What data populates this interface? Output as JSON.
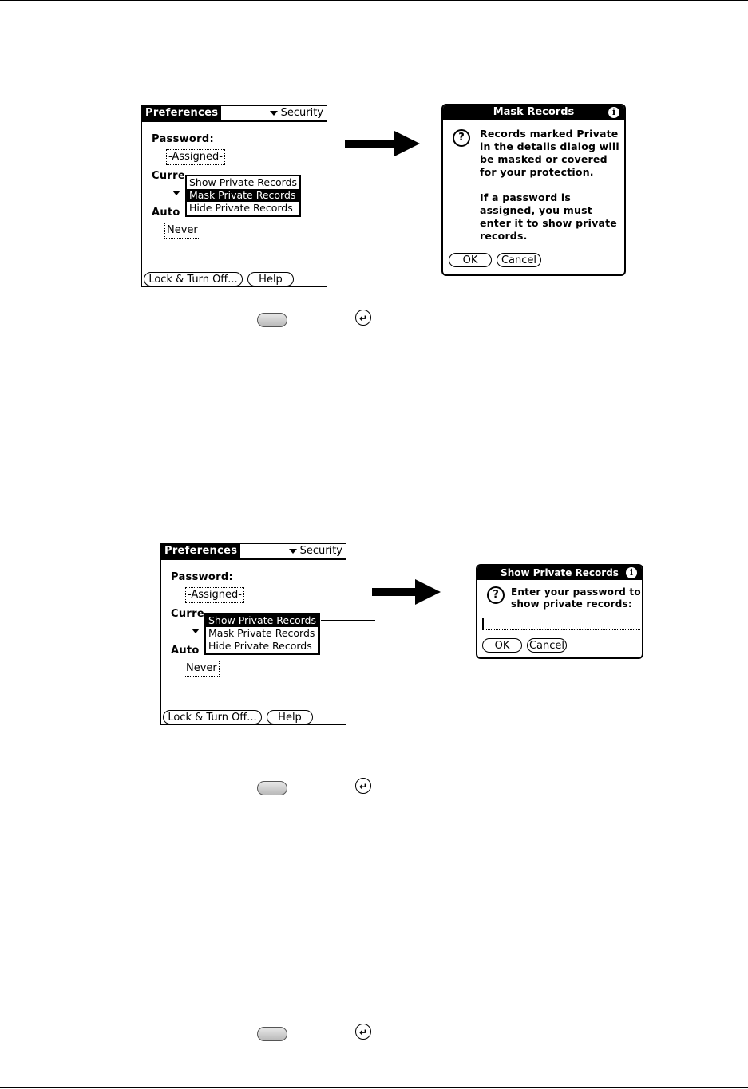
{
  "screen1": {
    "title": "Preferences",
    "panel": "Security",
    "password_label": "Password:",
    "password_value": "-Assigned-",
    "current_label_partial": "Curre",
    "auto_label_partial": "Auto",
    "auto_value": "Never",
    "menu": [
      "Show Private Records",
      "Mask Private Records",
      "Hide Private Records"
    ],
    "selected_index": 1,
    "buttons": [
      "Lock & Turn Off...",
      "Help"
    ]
  },
  "dialog1": {
    "title": "Mask Records",
    "lines": [
      "Records marked Private",
      "in the details dialog will",
      "be masked or covered",
      "for your protection.",
      "",
      "If a password is",
      "assigned, you must",
      "enter it to show private",
      "records."
    ],
    "buttons": [
      "OK",
      "Cancel"
    ]
  },
  "screen2": {
    "title": "Preferences",
    "panel": "Security",
    "password_label": "Password:",
    "password_value": "-Assigned-",
    "current_label_partial": "Curre",
    "auto_label_partial": "Auto",
    "auto_value": "Never",
    "menu": [
      "Show Private Records",
      "Mask Private Records",
      "Hide Private Records"
    ],
    "selected_index": 0,
    "buttons": [
      "Lock & Turn Off...",
      "Help"
    ]
  },
  "dialog2": {
    "title": "Show Private Records",
    "lines": [
      "Enter your password to",
      "show private records:"
    ],
    "buttons": [
      "OK",
      "Cancel"
    ]
  },
  "icons": {
    "dropdown": "triangle-down-icon",
    "info": "info-icon",
    "question": "question-icon",
    "arrow": "right-arrow-icon",
    "hardware_button": "hardware-button-icon",
    "enter_stroke": "enter-stroke-icon"
  },
  "glyphs": {
    "info": "i",
    "question": "?",
    "enter": "↵"
  }
}
